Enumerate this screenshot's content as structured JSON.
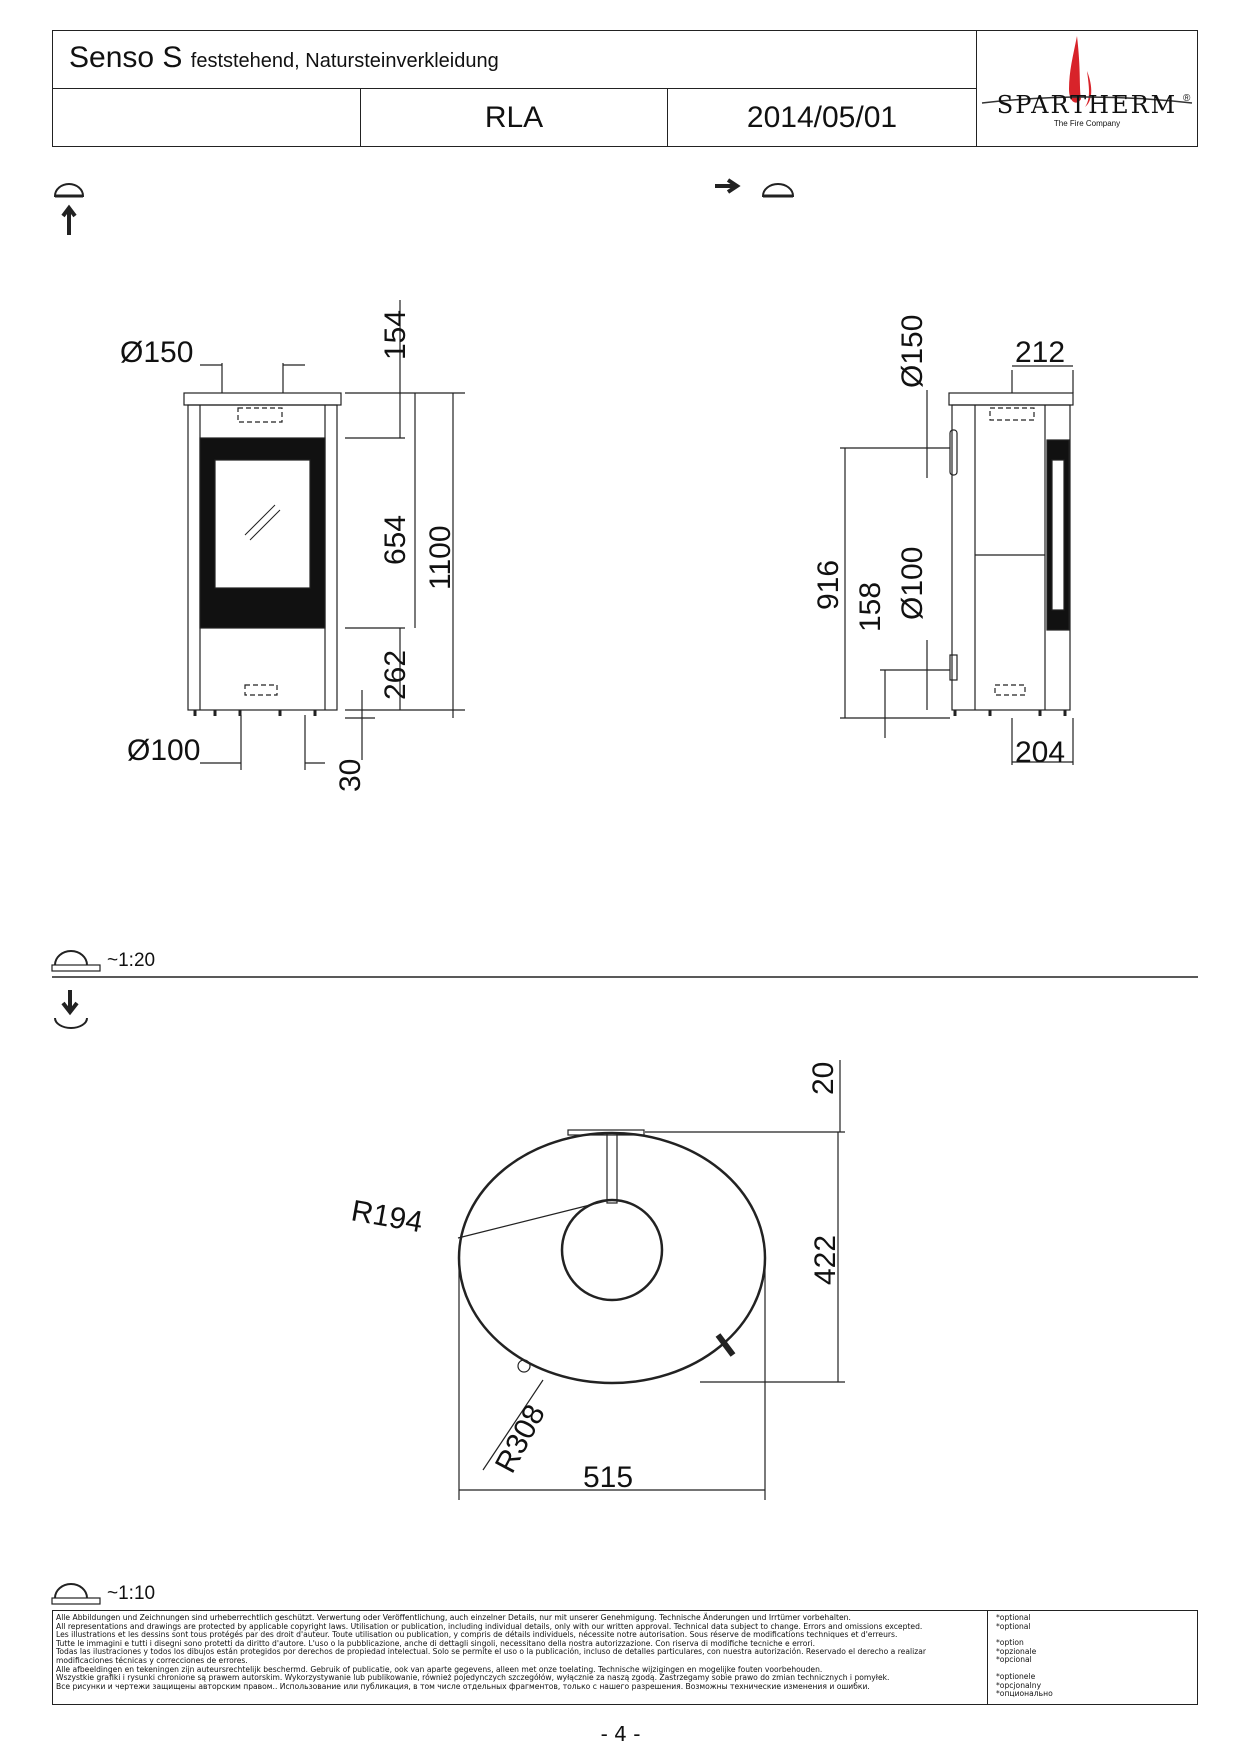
{
  "header": {
    "model": "Senso S",
    "subtitle": "feststehend, Natursteinverkleidung",
    "author": "RLA",
    "date": "2014/05/01",
    "logo_text": "SPARTHERM",
    "logo_tagline": "The Fire Company",
    "logo_mark": "®"
  },
  "front_view": {
    "flue_top": "Ø150",
    "dim_top": "154",
    "dim_door": "654",
    "dim_total": "1100",
    "dim_bottom": "262",
    "dim_feet": "30",
    "flue_bottom": "Ø100"
  },
  "side_view": {
    "flue_back": "Ø150",
    "dim_top_offset": "212",
    "dim_back_height": "916",
    "dim_lower": "158",
    "flue_back_lower": "Ø100",
    "dim_bottom_offset": "204"
  },
  "scale_top": "~1:20",
  "top_view": {
    "dim_top": "20",
    "radius_inner": "R194",
    "dim_depth": "422",
    "radius_outer": "R308",
    "dim_width": "515"
  },
  "scale_bottom": "~1:10",
  "footer": {
    "lines": [
      "Alle Abbildungen und Zeichnungen sind urheberrechtlich geschützt. Verwertung oder Veröffentlichung, auch einzelner Details, nur mit unserer Genehmigung. Technische Änderungen und Irrtümer vorbehalten.",
      "All representations and drawings are protected by applicable copyright laws. Utilisation or publication, including individual details, only with our written approval. Technical data subject to change. Errors and omissions excepted.",
      "Les illustrations et les dessins sont tous protégés par des droit d'auteur. Toute utilisation ou publication, y compris de détails individuels, nécessite notre autorisation. Sous réserve de modifications techniques et d'erreurs.",
      "Tutte le immagini e tutti i disegni sono protetti da diritto d'autore. L'uso o la pubblicazione, anche di dettagli singoli, necessitano della nostra autorizzazione. Con riserva di modifiche tecniche e errori.",
      "Todas las ilustraciones y todos los dibujos están protegidos por derechos de propiedad intelectual. Solo se permite el uso o la publicación, incluso de detalles particulares, con nuestra autorización. Reservado el derecho a realizar modificaciones técnicas y correcciones de errores.",
      "Alle afbeeldingen en tekeningen zijn auteursrechtelijk beschermd. Gebruik of publicatie, ook van aparte gegevens, alleen met onze toelating. Technische wijzigingen en mogelijke fouten voorbehouden.",
      "Wszystkie grafiki i rysunki chronione są prawem autorskim. Wykorzystywanie lub publikowanie, również pojedynczych szczegółów, wyłącznie za naszą zgodą. Zastrzegamy sobie prawo do zmian technicznych i pomyłek.",
      "Все рисунки и чертежи защищены авторским правом.. Использование или публикация, в том числе отдельных фрагментов, только с нашего разрешения. Возможны технические изменения и ошибки."
    ],
    "optional": [
      "*optional",
      "*optional",
      "*option",
      "*opzionale",
      "*opcional",
      "*optionele",
      "*opcjonalny",
      "*опционально"
    ]
  },
  "page_number": "- 4 -"
}
